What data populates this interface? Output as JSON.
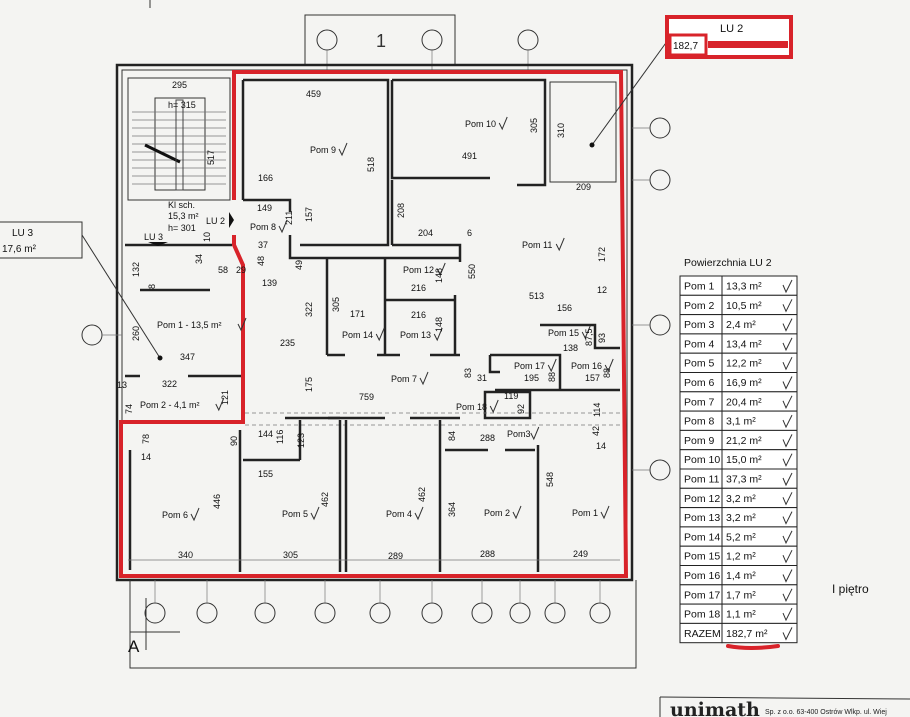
{
  "plan": {
    "top_label": "1",
    "axis_label": "A",
    "floor_label": "I piętro",
    "stair": {
      "name": "Kl sch.",
      "area": "15,3 m²",
      "h_top": "h= 315",
      "h_bottom": "h= 301"
    },
    "lu2_callout": {
      "name": "LU 2",
      "value": "182,7"
    },
    "lu3_callout": {
      "name": "LU 3",
      "area": "17,6 m²"
    },
    "door_labels": [
      "LU 2",
      "LU 3"
    ],
    "outline_color": "#d8232a"
  },
  "rooms": [
    "Pom 9",
    "Pom 10",
    "Pom 11",
    "Pom 8",
    "Pom 12",
    "Pom 13",
    "Pom 14",
    "Pom 7",
    "Pom 17",
    "Pom 16",
    "Pom 15",
    "Pom 18",
    "Pom3",
    "Pom 6",
    "Pom 5",
    "Pom 4",
    "Pom 2",
    "Pom 1",
    "Pom 1 - 13,5 m²",
    "Pom 2 - 4,1 m²"
  ],
  "dims": [
    "295",
    "459",
    "517",
    "518",
    "166",
    "149",
    "157",
    "211",
    "37",
    "48",
    "49",
    "58",
    "29",
    "34",
    "10",
    "139",
    "132",
    "8",
    "260",
    "347",
    "13",
    "322",
    "74",
    "121",
    "322",
    "235",
    "175",
    "305",
    "171",
    "759",
    "491",
    "305",
    "310",
    "209",
    "208",
    "204",
    "6",
    "550",
    "216",
    "148",
    "216",
    "148",
    "513",
    "172",
    "12",
    "156",
    "138",
    "87,5",
    "93",
    "195",
    "88",
    "157",
    "88",
    "83",
    "31",
    "119",
    "92",
    "114",
    "42",
    "14",
    "78",
    "14",
    "90",
    "144",
    "116",
    "123",
    "155",
    "446",
    "462",
    "462",
    "84",
    "288",
    "364",
    "548",
    "340",
    "305",
    "289",
    "288",
    "249"
  ],
  "table": {
    "title": "Powierzchnia LU 2",
    "rows": [
      {
        "room": "Pom 1",
        "area": "13,3 m²"
      },
      {
        "room": "Pom 2",
        "area": "10,5 m²"
      },
      {
        "room": "Pom 3",
        "area": "2,4 m²"
      },
      {
        "room": "Pom 4",
        "area": "13,4 m²"
      },
      {
        "room": "Pom 5",
        "area": "12,2 m²"
      },
      {
        "room": "Pom 6",
        "area": "16,9 m²"
      },
      {
        "room": "Pom 7",
        "area": "20,4 m²"
      },
      {
        "room": "Pom 8",
        "area": "3,1 m²"
      },
      {
        "room": "Pom 9",
        "area": "21,2 m²"
      },
      {
        "room": "Pom 10",
        "area": "15,0 m²"
      },
      {
        "room": "Pom 11",
        "area": "37,3 m²"
      },
      {
        "room": "Pom 12",
        "area": "3,2 m²"
      },
      {
        "room": "Pom 13",
        "area": "3,2 m²"
      },
      {
        "room": "Pom 14",
        "area": "5,2 m²"
      },
      {
        "room": "Pom 15",
        "area": "1,2 m²"
      },
      {
        "room": "Pom 16",
        "area": "1,4 m²"
      },
      {
        "room": "Pom 17",
        "area": "1,7 m²"
      },
      {
        "room": "Pom 18",
        "area": "1,1 m²"
      }
    ],
    "total_label": "RAZEM",
    "total_value": "182,7 m²"
  },
  "footer": {
    "logo": "unimath",
    "address": "Sp. z o.o. 63-400 Ostrów Wlkp. ul. Wiej"
  }
}
